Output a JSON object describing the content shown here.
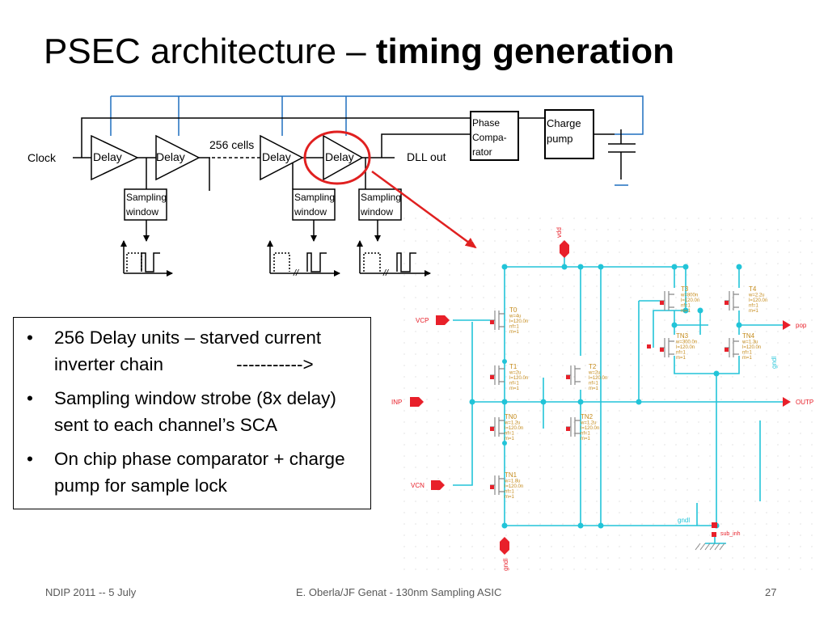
{
  "slide": {
    "title_plain": "PSEC architecture – ",
    "title_bold": "timing generation"
  },
  "diagram": {
    "clock_label": "Clock",
    "delay_label": "Delay",
    "cells_label": "256 cells",
    "dll_out_label": "DLL out",
    "phase_comparator_lines": [
      "Phase",
      "Compa-",
      "rator"
    ],
    "charge_pump_lines": [
      "Charge",
      "pump"
    ],
    "sampling_window_lines": [
      "Sampling",
      "window"
    ],
    "pulse_break_mark": "//"
  },
  "schematic": {
    "pins": {
      "vdd": "vdd",
      "gnd_bottom": "gndl",
      "gnd_right": "gndl",
      "vcp": "VCP",
      "inp": "INP",
      "vcn": "VCN",
      "pop": "pop",
      "outp": "OUTP",
      "gnd_rail": "gndl",
      "sub": "sub_inh"
    },
    "devices": [
      {
        "name": "T0",
        "w": "w=4u",
        "l": "l=120.0n",
        "nf": "nf=1",
        "m": "m=1"
      },
      {
        "name": "T1",
        "w": "w=2u",
        "l": "l=120.0n",
        "nf": "nf=1",
        "m": "m=1"
      },
      {
        "name": "T2",
        "w": "w=2u",
        "l": "l=120.0n",
        "nf": "nf=1",
        "m": "m=1"
      },
      {
        "name": "T3",
        "w": "w=800n",
        "l": "l=120.0n",
        "nf": "nf=1",
        "m": "m=1"
      },
      {
        "name": "T4",
        "w": "w=2.2u",
        "l": "l=120.0n",
        "nf": "nf=1",
        "m": "m=1"
      },
      {
        "name": "TN0",
        "w": "w=1.2u",
        "l": "l=120.0n",
        "nf": "nf=1",
        "m": "m=1"
      },
      {
        "name": "TN1",
        "w": "w=1.8u",
        "l": "l=120.0n",
        "nf": "nf=1",
        "m": "m=1"
      },
      {
        "name": "TN2",
        "w": "w=1.2u",
        "l": "l=120.0n",
        "nf": "nf=1",
        "m": "m=1"
      },
      {
        "name": "TN3",
        "w": "w=300.0n",
        "l": "l=120.0n",
        "nf": "nf=1",
        "m": "m=1"
      },
      {
        "name": "TN4",
        "w": "w=1.3u",
        "l": "l=120.0n",
        "nf": "nf=1",
        "m": "m=1"
      }
    ]
  },
  "bullets": {
    "b1_text": "256 Delay units – starved current inverter chain",
    "b1_arrow": "----------->",
    "b2_text": "Sampling window strobe (8x delay) sent to each channel’s SCA",
    "b3_text": "On chip phase comparator + charge pump for sample lock"
  },
  "footer": {
    "left": "NDIP 2011 -- 5 July",
    "center": "E. Oberla/JF Genat - 130nm Sampling ASIC",
    "page": "27"
  },
  "colors": {
    "blue_wire": "#1f6fbf",
    "schematic_wire": "#22c4d8",
    "pin_red": "#e8202a",
    "label_orange": "#c48a1a",
    "highlight_red": "#e02020"
  }
}
